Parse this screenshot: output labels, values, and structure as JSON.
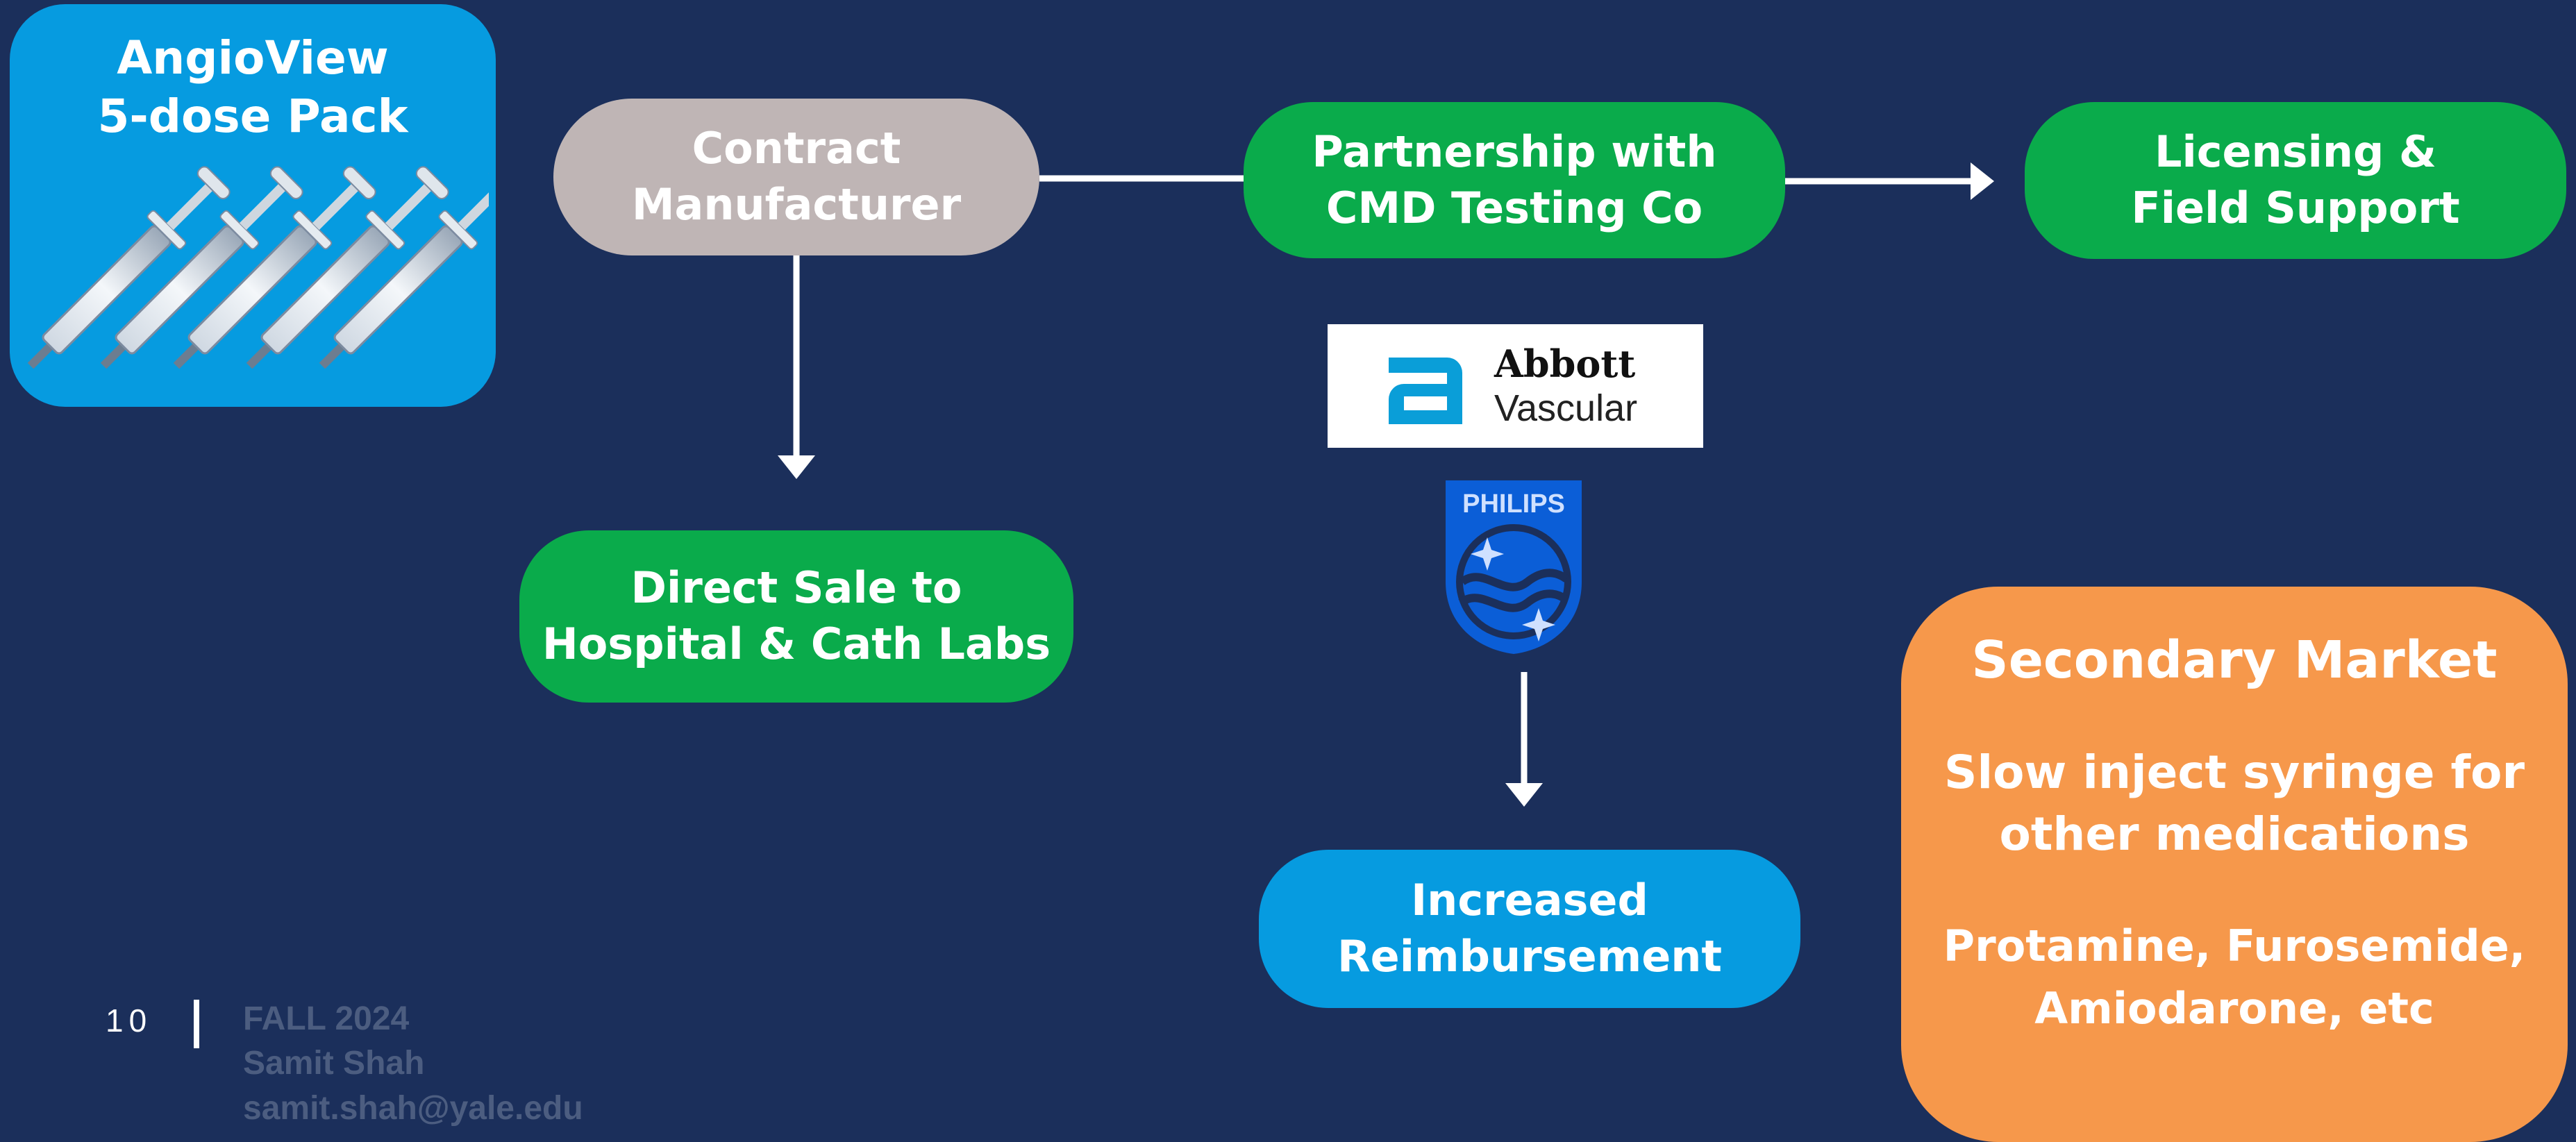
{
  "product": {
    "title_lines": [
      "AngioView",
      "5-dose Pack"
    ],
    "image": "syringes-illustration",
    "syringe_count": 5
  },
  "nodes": {
    "contract": [
      "Contract",
      "Manufacturer"
    ],
    "partnership": [
      "Partnership with",
      "CMD Testing Co"
    ],
    "licensing": [
      "Licensing &",
      "Field Support"
    ],
    "direct": [
      "Direct Sale to",
      "Hospital & Cath Labs"
    ],
    "reimbursement": [
      "Increased",
      "Reimbursement"
    ]
  },
  "secondary": {
    "heading": "Secondary Market",
    "body1": [
      "Slow inject syringe for",
      "other medications"
    ],
    "body2": [
      "Protamine, Furosemide,",
      "Amiodarone, etc"
    ]
  },
  "logos": {
    "abbott": {
      "name": "Abbott",
      "sub": "Vascular"
    },
    "philips": {
      "name": "PHILIPS"
    }
  },
  "footer": {
    "page_number": "10",
    "lines": [
      "FALL 2024",
      "Samit Shah",
      "samit.shah@yale.edu"
    ]
  },
  "colors": {
    "background": "#1b2f5b",
    "green": "#0aab4b",
    "gray": "#bfb5b5",
    "blue": "#069be0",
    "orange": "#f6984b",
    "footer_text": "#4c5d80"
  },
  "icons": [
    "syringe-icon",
    "abbott-logo",
    "philips-shield-logo",
    "arrow-right",
    "arrow-down"
  ]
}
